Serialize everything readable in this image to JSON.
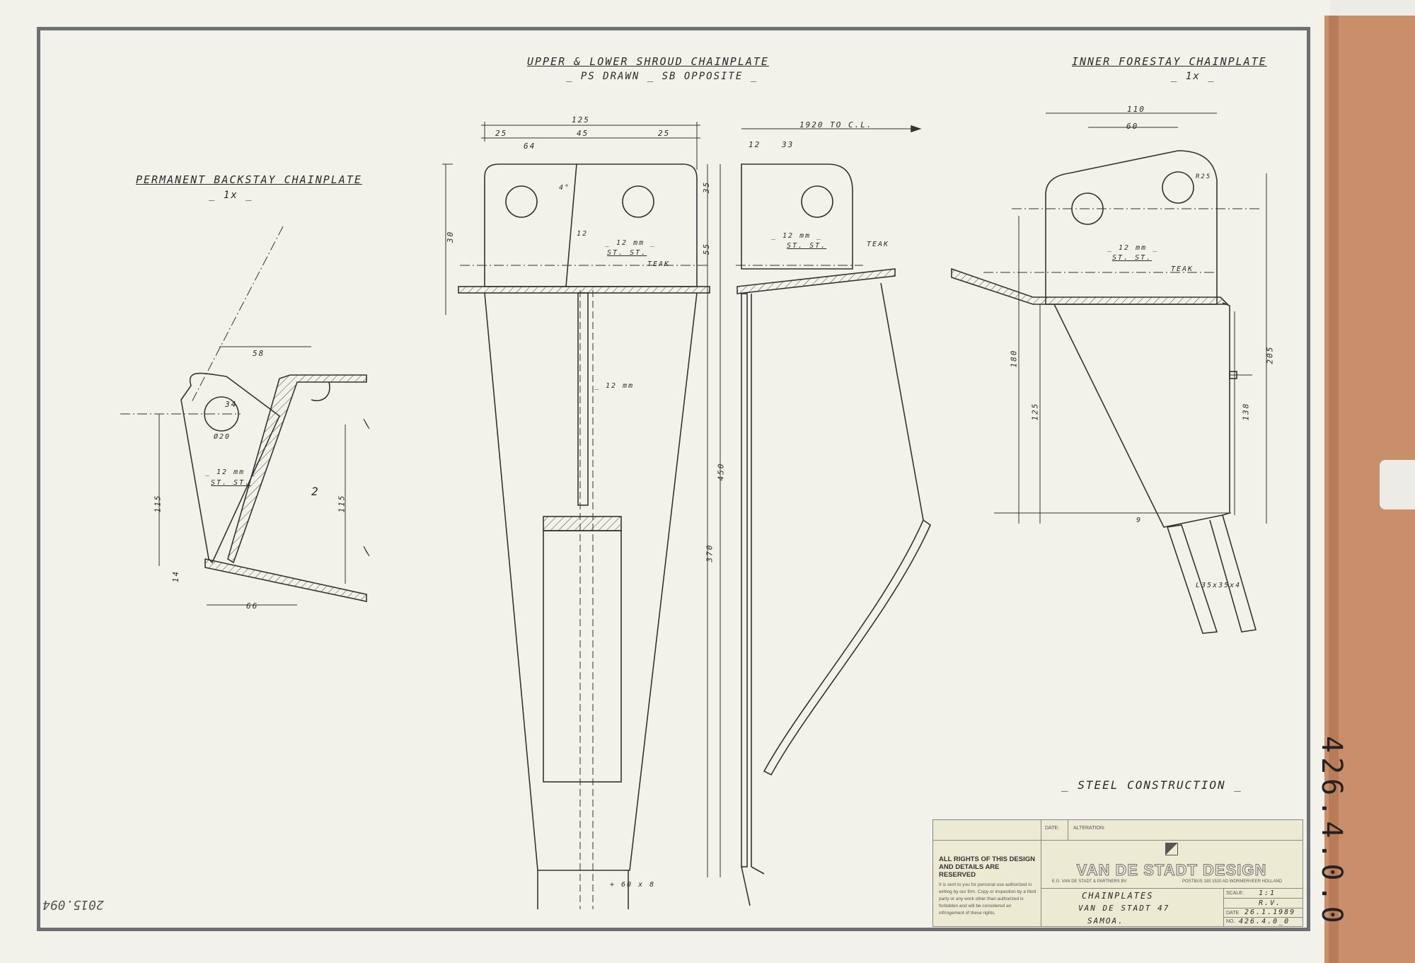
{
  "drawing": {
    "backstay_title": "PERMANENT BACKSTAY CHAINPLATE",
    "backstay_qty": "_ 1x _",
    "shroud_title": "UPPER & LOWER SHROUD CHAINPLATE",
    "shroud_sub": "_ PS DRAWN _ SB OPPOSITE _",
    "forestay_title": "INNER FORESTAY CHAINPLATE",
    "forestay_qty": "_ 1x _",
    "steel_note": "_ STEEL CONSTRUCTION _",
    "dim_to_cl": "1920 TO C.L.",
    "labels": {
      "plate": "_ 12 mm _",
      "steel": "ST. ST.",
      "teak": "TEAK",
      "plate_short": "_ 12 mm",
      "angle": "L35x35x4",
      "flat": "+ 60 x 8",
      "hole": "Ø20",
      "r25": "R25"
    },
    "dims": {
      "d125": "125",
      "d25a": "25",
      "d45": "45",
      "d25b": "25",
      "d64": "64",
      "d12": "12",
      "d33": "33",
      "d30": "30",
      "d35": "35",
      "d55": "55",
      "d450": "450",
      "d370": "370",
      "d58": "58",
      "d34": "34",
      "d115a": "115",
      "d115b": "115",
      "d14": "14",
      "d66": "66",
      "d110": "110",
      "d60": "60",
      "d180": "180",
      "d125v": "125",
      "d205": "205",
      "d138": "138",
      "d9": "9",
      "d4deg": "4°",
      "d2": "2"
    }
  },
  "title_block": {
    "rights_head": "ALL RIGHTS OF THIS DESIGN AND DETAILS ARE RESERVED",
    "rights_body": "It is sent to you for personal use authorized in writing by our firm. Copy or inspection by a third party or any work other than authorized is forbidden and will be considered an infringement of these rights.",
    "date_label": "DATE:",
    "alteration_label": "ALTERATION:",
    "brand": "VAN DE STADT DESIGN",
    "brand_sub": "E.G. VAN DE STADT & PARTNERS BV",
    "address": "POSTBUS 193   1520 AD  WORMERVEER  HOLLAND",
    "title": "CHAINPLATES",
    "project": "VAN DE STADT 47",
    "name": "SAMOA.",
    "scale_label": "SCALE:",
    "scale": "1:1",
    "drawn": "R.V.",
    "date_label2": "DATE",
    "date": "26.1.1989",
    "no_label": "NO.",
    "number": "426.4.0_0"
  },
  "archive": {
    "tab_code": "426.4.0.0",
    "stamp": "2015.094"
  }
}
